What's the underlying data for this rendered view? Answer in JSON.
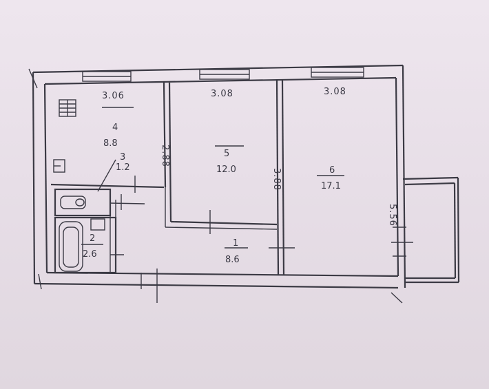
{
  "rooms": [
    {
      "id": "r4",
      "number": "4",
      "area": "8.8"
    },
    {
      "id": "r3",
      "number": "3",
      "area": "1.2"
    },
    {
      "id": "r5",
      "number": "5",
      "area": "12.0"
    },
    {
      "id": "r6",
      "number": "6",
      "area": "17.1"
    },
    {
      "id": "r2",
      "number": "2",
      "area": "2.6"
    },
    {
      "id": "r1",
      "number": "1",
      "area": "8.6"
    }
  ],
  "dimensions": {
    "kitchen_width": "3.06",
    "room5_width": "3.08",
    "room6_width": "3.08",
    "kitchen_depth": "2.88",
    "room5_depth": "3.88",
    "room6_depth": "5.56"
  },
  "colors": {
    "paper": "#e9e0e8",
    "ink": "#3b3a44"
  }
}
